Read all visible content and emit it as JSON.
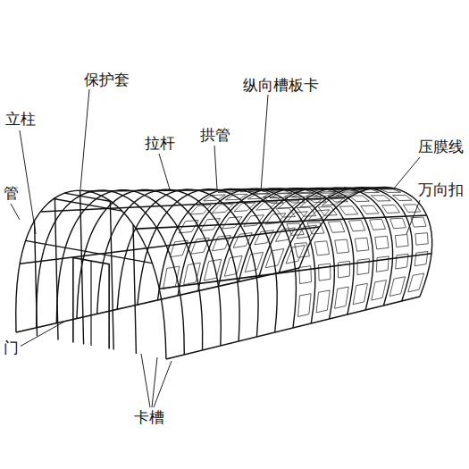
{
  "diagram": {
    "labels": [
      "保护套",
      "立柱",
      "拉杆",
      "拱管",
      "纵向槽板卡",
      "压膜线",
      "万向扣",
      "管",
      "门",
      "卡槽"
    ]
  }
}
